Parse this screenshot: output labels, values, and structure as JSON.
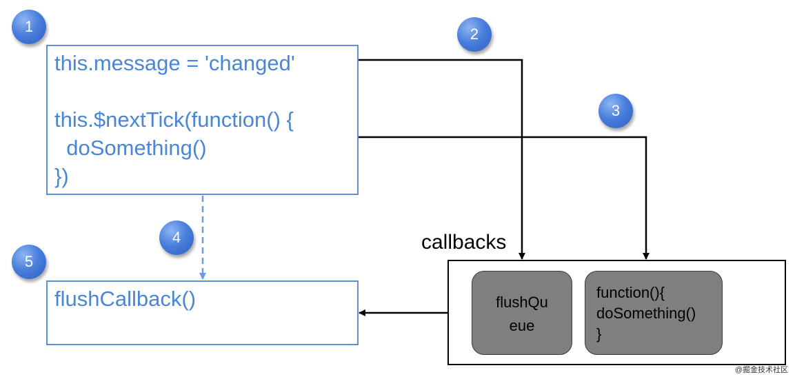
{
  "code_block": {
    "lines": [
      "this.message = 'changed'",
      "this.$nextTick(function() {",
      "  doSomething()",
      "})"
    ]
  },
  "flush_block": {
    "text": "flushCallback()"
  },
  "callbacks": {
    "label": "callbacks",
    "items": [
      {
        "lines": [
          "flushQu",
          "eue"
        ]
      },
      {
        "lines": [
          "function(){",
          "doSomething()",
          "}"
        ]
      }
    ]
  },
  "badges": [
    "1",
    "2",
    "3",
    "4",
    "5"
  ],
  "watermark": "@掘金技术社区",
  "colors": {
    "code_text": "#4a86d8",
    "code_border": "#5b8fd6",
    "badge": "#3f74d6",
    "callback_item": "#7f7f7f",
    "arrow": "#000000",
    "dashed_arrow": "#6a9ae0"
  }
}
